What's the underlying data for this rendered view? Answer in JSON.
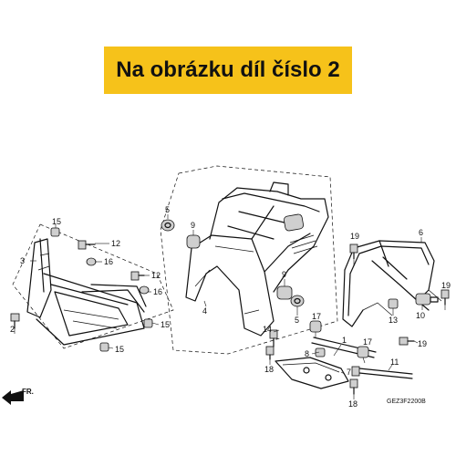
{
  "banner": {
    "text": "Na obrázku díl číslo 2",
    "background": "#f6c21a"
  },
  "diagram_code": "GEZ3F2200B",
  "direction_label": "FR.",
  "callouts": {
    "c1": "1",
    "c2": "2",
    "c3": "3",
    "c4": "4",
    "c5a": "5",
    "c5b": "5",
    "c6": "6",
    "c7": "7",
    "c8": "8",
    "c9a": "9",
    "c9b": "9",
    "c10": "10",
    "c11": "11",
    "c12a": "12",
    "c12b": "12",
    "c13": "13",
    "c14": "14",
    "c15a": "15",
    "c15b": "15",
    "c16a": "16",
    "c16b": "16",
    "c17a": "17",
    "c17b": "17",
    "c18": "18",
    "c19a": "19",
    "c19b": "19",
    "c19c": "19"
  }
}
